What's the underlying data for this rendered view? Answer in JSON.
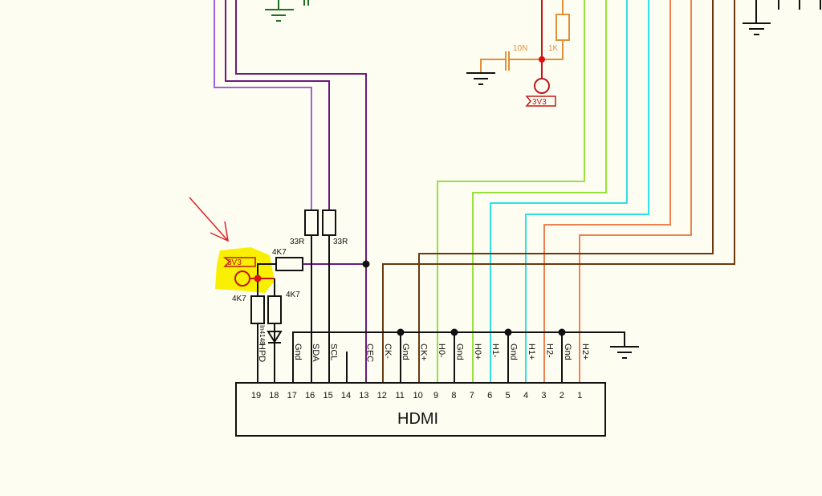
{
  "connector": {
    "title": "HDMI",
    "pins": [
      {
        "num": "19",
        "label": "HPD"
      },
      {
        "num": "18",
        "label": ""
      },
      {
        "num": "17",
        "label": "Gnd"
      },
      {
        "num": "16",
        "label": "SDA"
      },
      {
        "num": "15",
        "label": "SCL"
      },
      {
        "num": "14",
        "label": ""
      },
      {
        "num": "13",
        "label": "CEC"
      },
      {
        "num": "12",
        "label": "CK-"
      },
      {
        "num": "11",
        "label": "Gnd"
      },
      {
        "num": "10",
        "label": "CK+"
      },
      {
        "num": "9",
        "label": "H0-"
      },
      {
        "num": "8",
        "label": "Gnd"
      },
      {
        "num": "7",
        "label": "H0+"
      },
      {
        "num": "6",
        "label": "H1-"
      },
      {
        "num": "5",
        "label": "Gnd"
      },
      {
        "num": "4",
        "label": "H1+"
      },
      {
        "num": "3",
        "label": "H2-"
      },
      {
        "num": "2",
        "label": "Gnd"
      },
      {
        "num": "1",
        "label": "H2+"
      }
    ]
  },
  "components": {
    "r_sda": "33R",
    "r_scl": "33R",
    "r_cec": "4K7",
    "r_hpd": "4K7",
    "r_18": "4K7",
    "diode": "In4148",
    "power_left": "3V3",
    "cap_top": "10N",
    "r_top": "1K",
    "power_top": "3V3"
  },
  "colors": {
    "background": "#fefdf2",
    "wire": "#000000",
    "purple_light": "#a060e0",
    "purple_dark": "#6a1a80",
    "green": "#98e040",
    "cyan": "#30e0e8",
    "orange": "#f08050",
    "brown": "#6a3a10",
    "red": "#d01010",
    "highlight": "#f8f000",
    "tan": "#e0903a",
    "ground_green": "#207020"
  }
}
